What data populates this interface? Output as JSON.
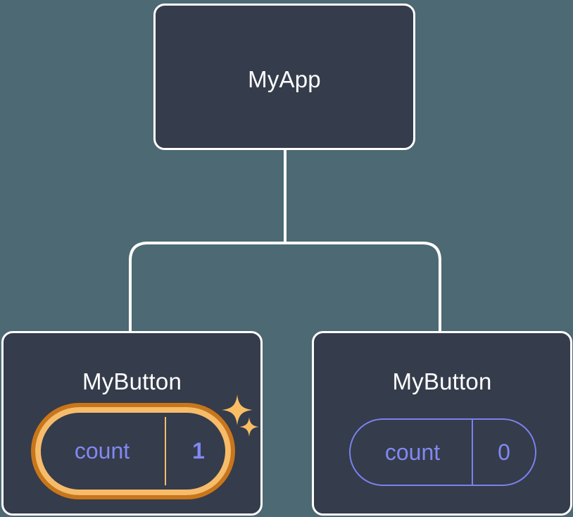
{
  "diagram": {
    "type": "component-tree",
    "background_color": "#4d6973",
    "node_fill_color": "#353c4b",
    "node_border_color": "#ffffff",
    "connector_color": "#ffffff",
    "accent_highlight_outer": "#c9761a",
    "accent_highlight_inner": "#f7bc6a",
    "state_text_color": "#8288f2"
  },
  "root": {
    "title": "MyApp"
  },
  "children": [
    {
      "title": "MyButton",
      "highlighted": true,
      "state": {
        "key": "count",
        "value": "1"
      },
      "sparkles": [
        "sparkle-large-icon",
        "sparkle-small-icon"
      ]
    },
    {
      "title": "MyButton",
      "highlighted": false,
      "state": {
        "key": "count",
        "value": "0"
      }
    }
  ]
}
